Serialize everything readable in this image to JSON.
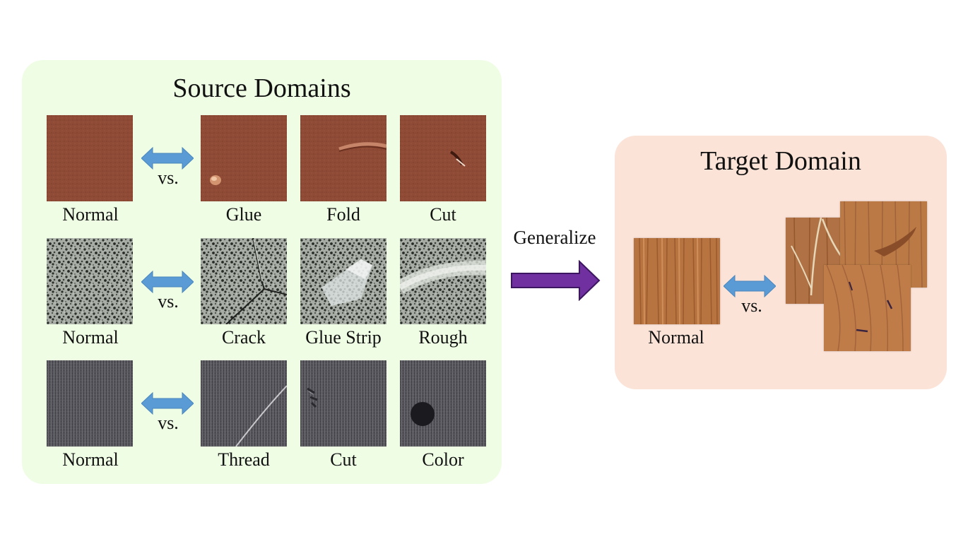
{
  "source": {
    "title": "Source Domains",
    "vs": "vs.",
    "rows": [
      {
        "material": "leather",
        "normal": "Normal",
        "anomalies": [
          "Glue",
          "Fold",
          "Cut"
        ]
      },
      {
        "material": "speckled-tile",
        "normal": "Normal",
        "anomalies": [
          "Crack",
          "Glue Strip",
          "Rough"
        ]
      },
      {
        "material": "fabric",
        "normal": "Normal",
        "anomalies": [
          "Thread",
          "Cut",
          "Color"
        ]
      }
    ]
  },
  "arrow": {
    "label": "Generalize",
    "color": "#7030a0"
  },
  "target": {
    "title": "Target Domain",
    "normal": "Normal",
    "vs": "vs.",
    "material": "wood",
    "anomaly_samples": 3
  },
  "colors": {
    "source_panel_bg": "#eefde4",
    "target_panel_bg": "#fbe3d8",
    "double_arrow": "#5b9bd5",
    "leather": "#8e4a35",
    "tile": "#a5aba3",
    "fabric": "#55545a",
    "wood": "#b7713f"
  }
}
